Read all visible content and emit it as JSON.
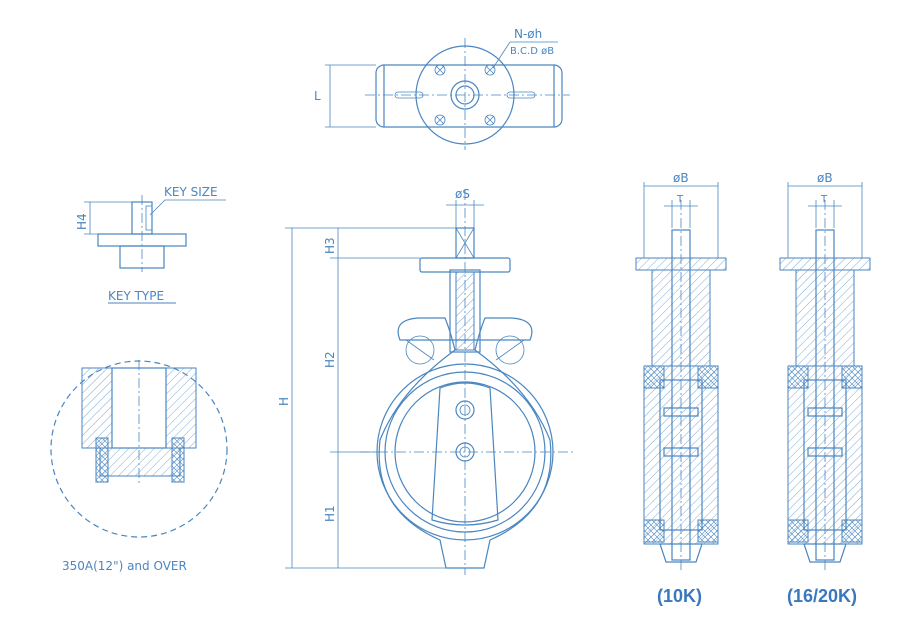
{
  "labels": {
    "nh": "N-øh",
    "bcd": "B.C.D øB",
    "l": "L",
    "key_size": "KEY SIZE",
    "h4": "H4",
    "key_type": "KEY TYPE",
    "detail": "350A(12\") and OVER",
    "os": "øS",
    "h": "H",
    "h1": "H1",
    "h2": "H2",
    "h3": "H3",
    "ob_10k": "øB",
    "t_10k": "T",
    "ob_16k": "øB",
    "t_16k": "T",
    "cap_10k": "(10K)",
    "cap_16k": "(16/20K)"
  },
  "colors": {
    "line": "#4a86c0",
    "caption": "#3a78bd"
  }
}
